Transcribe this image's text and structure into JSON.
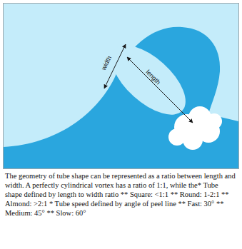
{
  "diagram": {
    "caption": "The geometry of tube shape can be represented as a ratio between length and width. A perfectly cylindrical vortex has a ratio of 1:1, while the* Tube shape defined by length to width ratio ** Square: <1:1 ** Round: 1-2:1 ** Almond: >2:1 * Tube speed defined by angle of peel line ** Fast: 30° ** Medium: 45° ** Slow: 60°",
    "labels": [
      "width",
      "length"
    ]
  }
}
